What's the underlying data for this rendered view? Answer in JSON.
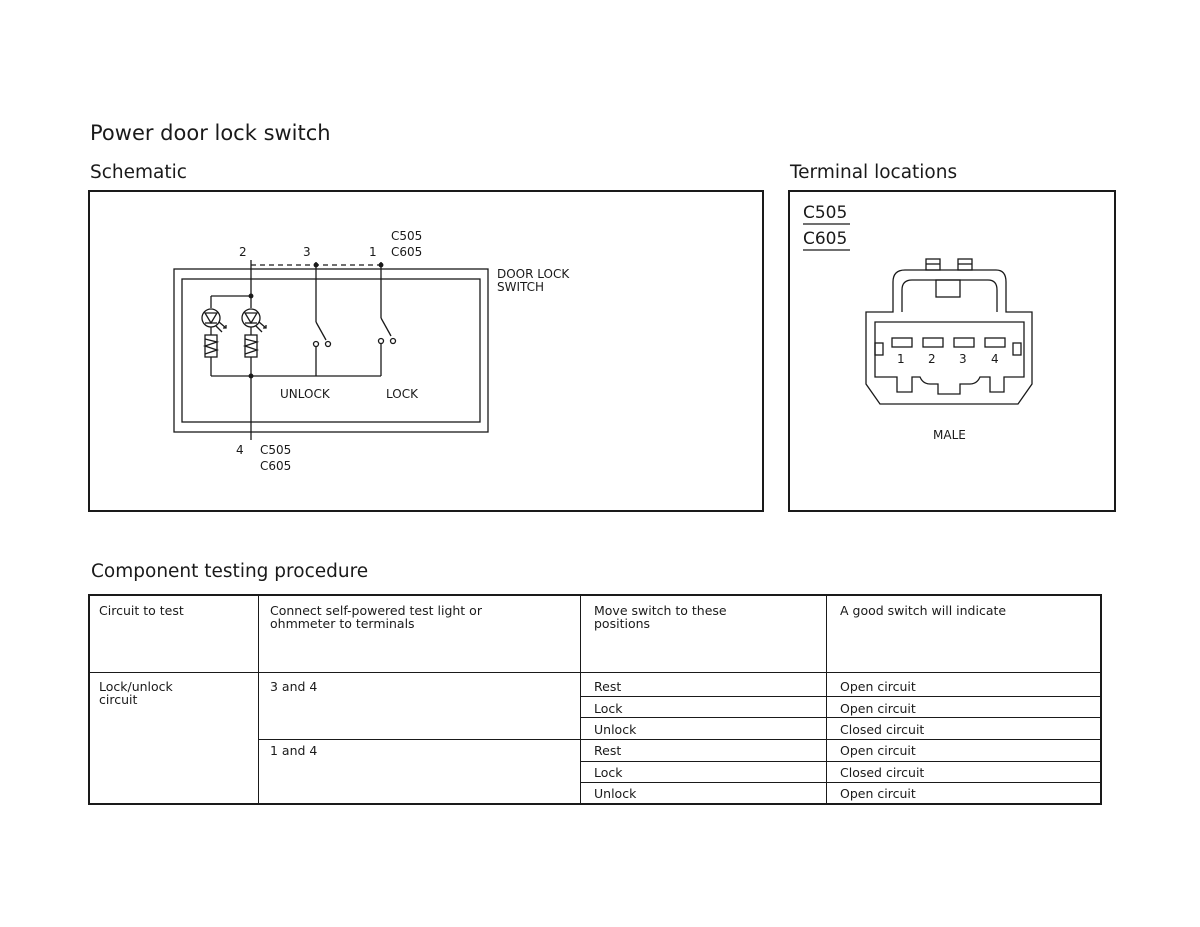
{
  "page": {
    "title": "Power door lock switch"
  },
  "schematic": {
    "heading": "Schematic",
    "pin_top_2": "2",
    "pin_top_3": "3",
    "pin_top_1": "1",
    "conn_top_a": "C505",
    "conn_top_b": "C605",
    "switch_label_a": "DOOR LOCK",
    "switch_label_b": "SWITCH",
    "unlock_label": "UNLOCK",
    "lock_label": "LOCK",
    "pin_bottom_4": "4",
    "conn_bottom_a": "C505",
    "conn_bottom_b": "C605"
  },
  "terminals": {
    "heading": "Terminal locations",
    "conn_a": "C505",
    "conn_b": "C605",
    "pins": [
      "1",
      "2",
      "3",
      "4"
    ],
    "gender": "MALE"
  },
  "testing": {
    "heading": "Component testing procedure",
    "headers": [
      "Circuit to test",
      "Connect self-powered test light or\nohmmeter to terminals",
      "Move switch to these\npositions",
      "A good switch will indicate"
    ],
    "circuit": "Lock/unlock\ncircuit",
    "groups": [
      {
        "terminals": "3 and 4",
        "rows": [
          {
            "position": "Rest",
            "result": "Open circuit"
          },
          {
            "position": "Lock",
            "result": "Open circuit"
          },
          {
            "position": "Unlock",
            "result": "Closed circuit"
          }
        ]
      },
      {
        "terminals": "1 and 4",
        "rows": [
          {
            "position": "Rest",
            "result": "Open circuit"
          },
          {
            "position": "Lock",
            "result": "Closed circuit"
          },
          {
            "position": "Unlock",
            "result": "Open circuit"
          }
        ]
      }
    ]
  }
}
